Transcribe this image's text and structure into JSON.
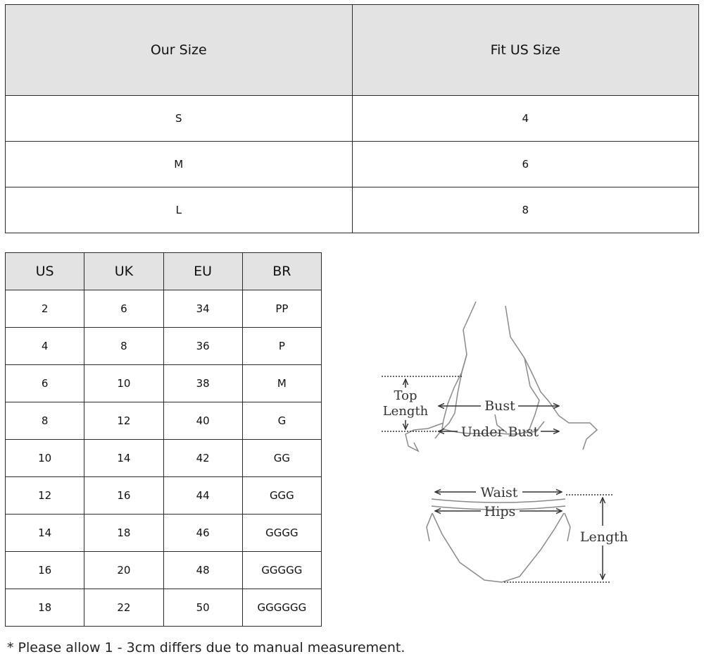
{
  "size_table": {
    "headers": [
      "Our Size",
      "Fit US Size"
    ],
    "rows": [
      [
        "S",
        "4"
      ],
      [
        "M",
        "6"
      ],
      [
        "L",
        "8"
      ]
    ]
  },
  "conversion_table": {
    "headers": [
      "US",
      "UK",
      "EU",
      "BR"
    ],
    "rows": [
      [
        "2",
        "6",
        "34",
        "PP"
      ],
      [
        "4",
        "8",
        "36",
        "P"
      ],
      [
        "6",
        "10",
        "38",
        "M"
      ],
      [
        "8",
        "12",
        "40",
        "G"
      ],
      [
        "10",
        "14",
        "42",
        "GG"
      ],
      [
        "12",
        "16",
        "44",
        "GGG"
      ],
      [
        "14",
        "18",
        "46",
        "GGGG"
      ],
      [
        "16",
        "20",
        "48",
        "GGGGG"
      ],
      [
        "18",
        "22",
        "50",
        "GGGGGG"
      ]
    ]
  },
  "diagram": {
    "top_length_line1": "Top",
    "top_length_line2": "Length",
    "bust": "Bust",
    "under_bust": "Under Bust",
    "waist": "Waist",
    "hips": "Hips",
    "length": "Length"
  },
  "note": "* Please allow 1 - 3cm differs due to manual measurement."
}
